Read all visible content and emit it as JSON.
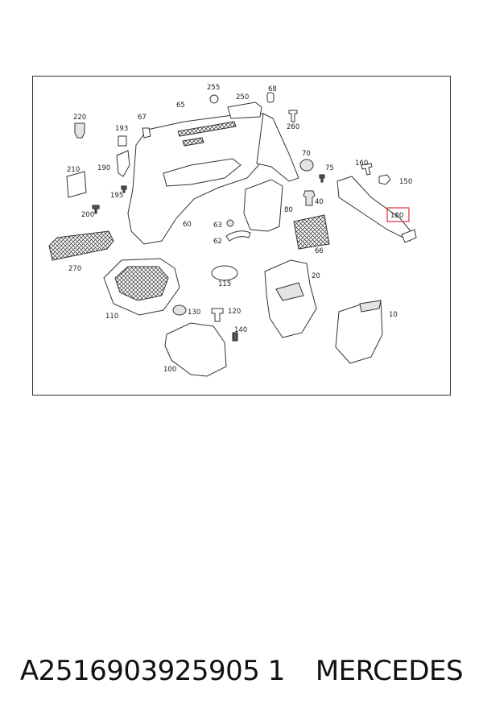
{
  "diagram": {
    "callouts": [
      {
        "id": "c255",
        "text": "255"
      },
      {
        "id": "c68",
        "text": "68"
      },
      {
        "id": "c65",
        "text": "65"
      },
      {
        "id": "c250",
        "text": "250"
      },
      {
        "id": "c220",
        "text": "220"
      },
      {
        "id": "c67",
        "text": "67"
      },
      {
        "id": "c193",
        "text": "193"
      },
      {
        "id": "c260",
        "text": "260"
      },
      {
        "id": "c70",
        "text": "70"
      },
      {
        "id": "c160",
        "text": "160"
      },
      {
        "id": "c210",
        "text": "210"
      },
      {
        "id": "c190",
        "text": "190"
      },
      {
        "id": "c75",
        "text": "75"
      },
      {
        "id": "c150",
        "text": "150"
      },
      {
        "id": "c195",
        "text": "195"
      },
      {
        "id": "c40",
        "text": "40"
      },
      {
        "id": "c200",
        "text": "200"
      },
      {
        "id": "c80",
        "text": "80"
      },
      {
        "id": "c180",
        "text": "180"
      },
      {
        "id": "c60",
        "text": "60"
      },
      {
        "id": "c63",
        "text": "63"
      },
      {
        "id": "c62",
        "text": "62"
      },
      {
        "id": "c66",
        "text": "66"
      },
      {
        "id": "c270",
        "text": "270"
      },
      {
        "id": "c115",
        "text": "115"
      },
      {
        "id": "c20",
        "text": "20"
      },
      {
        "id": "c110",
        "text": "110"
      },
      {
        "id": "c130",
        "text": "130"
      },
      {
        "id": "c120",
        "text": "120"
      },
      {
        "id": "c10",
        "text": "10"
      },
      {
        "id": "c140",
        "text": "140"
      },
      {
        "id": "c100",
        "text": "100"
      }
    ],
    "highlighted_callout": "180",
    "highlight_color": "#e0303a"
  },
  "caption": {
    "part_number": "A2516903925905 1",
    "brand": "MERCEDES"
  }
}
